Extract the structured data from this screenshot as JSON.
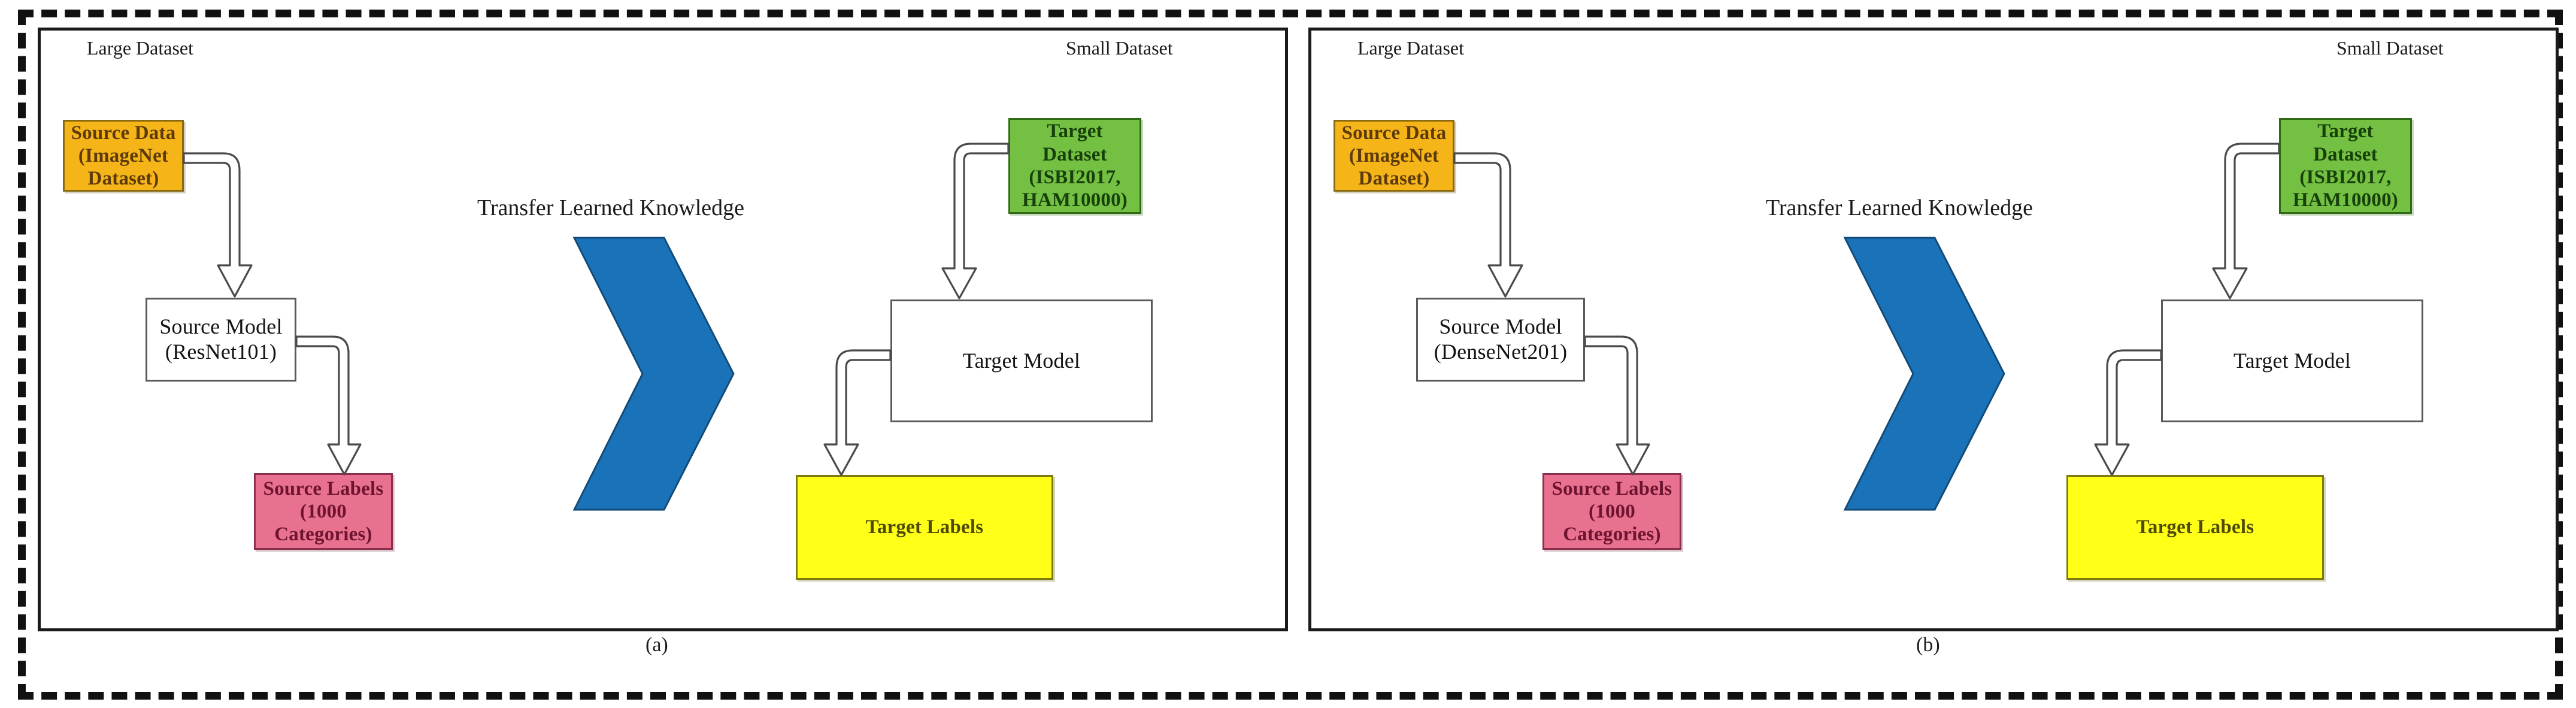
{
  "figure": {
    "type": "diagram",
    "description": "Transfer learning block diagram comparing two source models",
    "panels": [
      {
        "id": "a",
        "caption": "(a)",
        "left_group_label": "Large Dataset",
        "right_group_label": "Small Dataset",
        "transfer_label": "Transfer Learned Knowledge",
        "nodes": {
          "source_data": "Source Data\n(ImageNet Dataset)",
          "source_model": "Source Model\n(ResNet101)",
          "source_labels": "Source Labels\n(1000 Categories)",
          "target_dataset": "Target Dataset\n(ISBI2017,\nHAM10000)",
          "target_model": "Target Model",
          "target_labels": "Target Labels"
        }
      },
      {
        "id": "b",
        "caption": "(b)",
        "left_group_label": "Large Dataset",
        "right_group_label": "Small Dataset",
        "transfer_label": "Transfer Learned Knowledge",
        "nodes": {
          "source_data": "Source Data\n(ImageNet Dataset)",
          "source_model": "Source Model\n(DenseNet201)",
          "source_labels": "Source Labels\n(1000 Categories)",
          "target_dataset": "Target Dataset\n(ISBI2017,\nHAM10000)",
          "target_model": "Target Model",
          "target_labels": "Target Labels"
        }
      }
    ],
    "colors": {
      "source_data_fill": "#f5b519",
      "source_data_border": "#8a6a10",
      "source_labels_fill": "#e8718f",
      "source_labels_border": "#8c2f4c",
      "target_dataset_fill": "#74c043",
      "target_dataset_border": "#2f6b14",
      "target_labels_fill": "#ffff17",
      "target_labels_border": "#7d7a10",
      "model_fill": "#ffffff",
      "model_border": "#5a5a5a",
      "chevron_fill": "#1a73b8",
      "frame_stroke": "#111111",
      "arrow_stroke": "#4a4a4a",
      "arrow_fill": "#ffffff"
    },
    "arrows": [
      {
        "from": "source_data",
        "to": "source_model",
        "style": "hollow-block-elbow",
        "direction": "right-then-down"
      },
      {
        "from": "source_model",
        "to": "source_labels",
        "style": "hollow-block-elbow",
        "direction": "right-then-down"
      },
      {
        "from": "target_dataset",
        "to": "target_model",
        "style": "hollow-block-elbow",
        "direction": "left-then-down"
      },
      {
        "from": "target_model",
        "to": "target_labels",
        "style": "hollow-block-elbow",
        "direction": "left-then-down"
      },
      {
        "from": "source_side",
        "to": "target_side",
        "style": "blue-chevron",
        "direction": "right"
      }
    ]
  }
}
